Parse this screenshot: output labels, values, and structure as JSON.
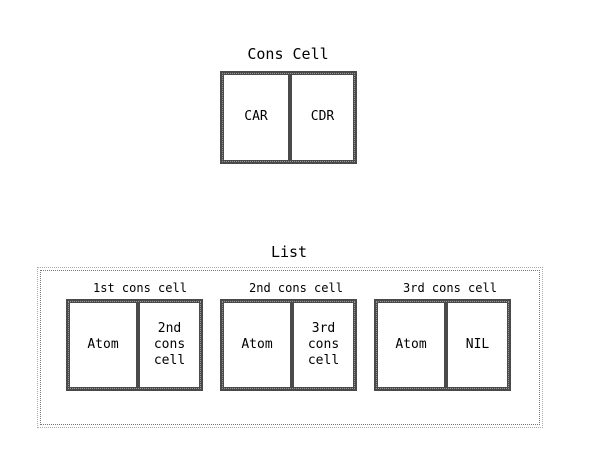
{
  "cons_cell": {
    "title": "Cons Cell",
    "car": "CAR",
    "cdr": "CDR"
  },
  "list": {
    "title": "List",
    "cells": [
      {
        "label": "1st cons cell",
        "left": "Atom",
        "right": "2nd\ncons\ncell"
      },
      {
        "label": "2nd cons cell",
        "left": "Atom",
        "right": "3rd\ncons\ncell"
      },
      {
        "label": "3rd cons cell",
        "left": "Atom",
        "right": "NIL"
      }
    ]
  },
  "colors": {
    "border": "#4a4a4a",
    "text": "#000000",
    "background": "#ffffff"
  }
}
